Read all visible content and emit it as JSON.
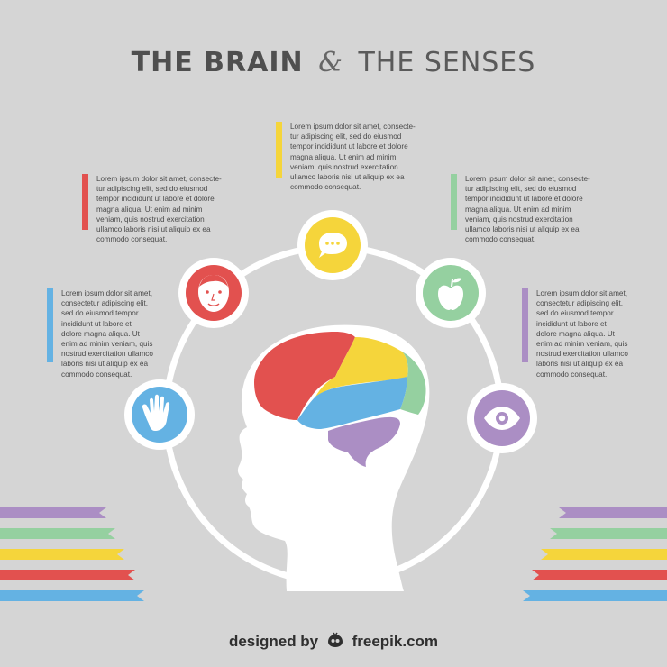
{
  "title": {
    "part1": "THE BRAIN",
    "amp": "&",
    "part2": "THE SENSES"
  },
  "colors": {
    "background": "#d5d5d5",
    "red": "#e2514f",
    "yellow": "#f5d53b",
    "green": "#95d0a0",
    "blue": "#64b2e3",
    "purple": "#ab8ec4",
    "white": "#ffffff"
  },
  "text_blocks": [
    {
      "id": "top",
      "color": "yellow",
      "text": "Lorem ipsum dolor sit amet, consecte-\ntur  adipiscing elit, sed do eiusmod\ntempor incididunt ut labore et dolore\nmagna aliqua. Ut enim ad minim\nveniam, quis nostrud exercitation\nullamco laboris nisi ut aliquip ex ea\ncommodo consequat."
    },
    {
      "id": "upper-left",
      "color": "red",
      "text": "Lorem ipsum dolor sit amet, consecte-\ntur  adipiscing elit, sed do eiusmod\ntempor incididunt ut labore et dolore\nmagna aliqua. Ut enim ad minim\nveniam, quis nostrud exercitation\nullamco laboris nisi ut aliquip ex ea\ncommodo consequat."
    },
    {
      "id": "upper-right",
      "color": "green",
      "text": "Lorem ipsum dolor sit amet, consecte-\ntur  adipiscing elit, sed do eiusmod\ntempor incididunt ut labore et dolore\nmagna aliqua. Ut enim ad minim\nveniam, quis nostrud exercitation\nullamco laboris nisi ut aliquip ex ea\ncommodo consequat."
    },
    {
      "id": "lower-left",
      "color": "blue",
      "text": "Lorem ipsum dolor sit amet,\nconsectetur  adipiscing elit,\nsed do eiusmod tempor\nincididunt ut labore et\ndolore magna aliqua. Ut\nenim ad minim veniam, quis\nnostrud exercitation ullamco\nlaboris nisi ut aliquip ex ea\ncommodo consequat."
    },
    {
      "id": "lower-right",
      "color": "purple",
      "text": "Lorem ipsum dolor sit amet,\nconsectetur  adipiscing elit,\nsed do eiusmod tempor\nincididunt ut labore et\ndolore magna aliqua. Ut\nenim ad minim veniam, quis\nnostrud exercitation ullamco\nlaboris nisi ut aliquip ex ea\ncommodo consequat."
    }
  ],
  "sense_icons": [
    {
      "name": "hand-icon",
      "sense": "touch",
      "color": "blue"
    },
    {
      "name": "face-icon",
      "sense": "smell",
      "color": "red"
    },
    {
      "name": "speech-bubble-icon",
      "sense": "hearing",
      "color": "yellow"
    },
    {
      "name": "apple-icon",
      "sense": "taste",
      "color": "green"
    },
    {
      "name": "eye-icon",
      "sense": "sight",
      "color": "purple"
    }
  ],
  "ribbons": [
    "purple",
    "green",
    "yellow",
    "red",
    "blue"
  ],
  "footer": {
    "prefix": "designed by",
    "brand": "freepik.com"
  }
}
